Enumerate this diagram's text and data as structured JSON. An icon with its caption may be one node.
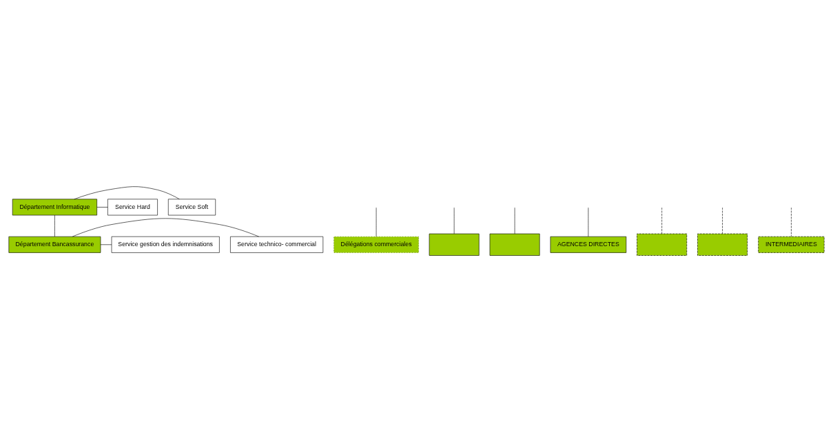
{
  "diagram": {
    "nodes": [
      {
        "text": [
          "Département Informatique"
        ]
      },
      {
        "text": [
          "Service Soft"
        ]
      },
      {
        "text": [
          "Service Hard"
        ]
      },
      {
        "text": [
          "Département Bancassurance"
        ]
      },
      {
        "text": [
          "Service technico- commercial"
        ]
      },
      {
        "text": [
          "Service gestion des indemnisations"
        ]
      },
      {
        "text": [
          "Délégations commerciales"
        ]
      },
      {
        "text": [],
        "shape": "box"
      },
      {
        "text": [],
        "shape": "box"
      },
      {
        "text": [
          "AGENCES DIRECTES"
        ]
      },
      {
        "text": [],
        "shape": "box"
      },
      {
        "text": [],
        "shape": "box"
      },
      {
        "text": [
          "INTERMEDIAIRES"
        ]
      }
    ],
    "edges": [
      {
        "from": 0,
        "to": 1,
        "arrow": "none"
      },
      {
        "from": 0,
        "to": 2,
        "arrow": "none"
      },
      {
        "from": 0,
        "to": 3,
        "arrow": "none"
      },
      {
        "from": 3,
        "to": 4,
        "arrow": "none"
      },
      {
        "from": 3,
        "to": 5,
        "arrow": "none"
      },
      {
        "from": null,
        "to": 6,
        "arrow": "none"
      },
      {
        "from": null,
        "to": 7,
        "arrow": "none"
      },
      {
        "from": null,
        "to": 8,
        "arrow": "none"
      },
      {
        "from": null,
        "to": 9,
        "arrow": "none"
      },
      {
        "from": null,
        "to": 10,
        "arrow": "none",
        "style": "dashed"
      },
      {
        "from": null,
        "to": 11,
        "arrow": "none",
        "style": "dashed"
      },
      {
        "from": null,
        "to": 12,
        "arrow": "none",
        "style": "dashed"
      }
    ]
  }
}
